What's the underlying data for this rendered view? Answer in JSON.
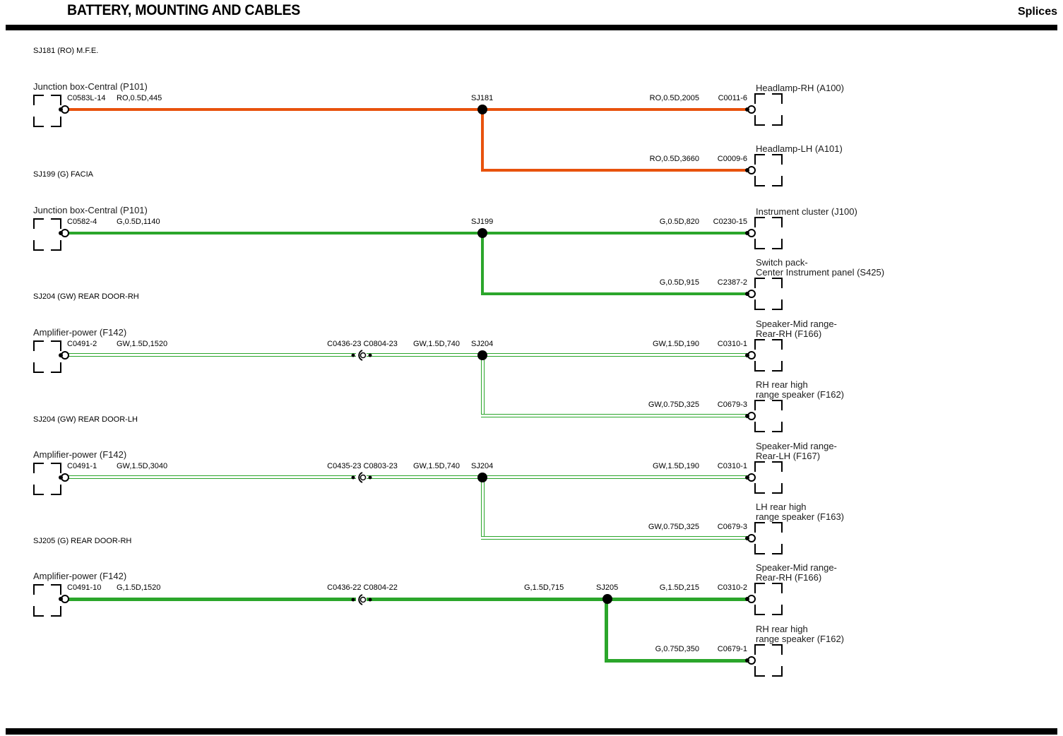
{
  "header": {
    "title": "BATTERY, MOUNTING AND CABLES",
    "corner": "Splices"
  },
  "colors": {
    "wire_orange": "#e8520d",
    "wire_green": "#2ba62b",
    "splice_dot": "#000000"
  },
  "sections": [
    {
      "note": "SJ181 (RO) M.F.E.",
      "src_title": "Junction box-Central (P101)",
      "src_conn": "C0583L-14",
      "src_wire": "RO,0.5D,445",
      "splice": "SJ181",
      "b1_wire": "RO,0.5D,2005",
      "b1_conn": "C0011-6",
      "b1_t1": "Headlamp-RH (A100)",
      "b2_wire": "RO,0.5D,3660",
      "b2_conn": "C0009-6",
      "b2_t1": "Headlamp-LH (A101)"
    },
    {
      "note": "SJ199 (G) FACIA",
      "src_title": "Junction box-Central (P101)",
      "src_conn": "C0582-4",
      "src_wire": "G,0.5D,1140",
      "splice": "SJ199",
      "b1_wire": "G,0.5D,820",
      "b1_conn": "C0230-15",
      "b1_t1": "Instrument cluster (J100)",
      "b2_wire": "G,0.5D,915",
      "b2_conn": "C2387-2",
      "b2_t1": "Switch pack-",
      "b2_t2": "Center Instrument panel (S425)"
    },
    {
      "note": "SJ204 (GW) REAR DOOR-RH",
      "src_title": "Amplifier-power (F142)",
      "src_conn": "C0491-2",
      "src_wire": "GW,1.5D,1520",
      "inline_conn": "C0436-23 C0804-23",
      "mid_wire": "GW,1.5D,740",
      "splice": "SJ204",
      "b1_wire": "GW,1.5D,190",
      "b1_conn": "C0310-1",
      "b1_t1": "Speaker-Mid range-",
      "b1_t2": "Rear-RH (F166)",
      "b2_wire": "GW,0.75D,325",
      "b2_conn": "C0679-3",
      "b2_t1": "RH rear high",
      "b2_t2": "range speaker (F162)"
    },
    {
      "note": "SJ204 (GW) REAR DOOR-LH",
      "src_title": "Amplifier-power (F142)",
      "src_conn": "C0491-1",
      "src_wire": "GW,1.5D,3040",
      "inline_conn": "C0435-23 C0803-23",
      "mid_wire": "GW,1.5D,740",
      "splice": "SJ204",
      "b1_wire": "GW,1.5D,190",
      "b1_conn": "C0310-1",
      "b1_t1": "Speaker-Mid range-",
      "b1_t2": "Rear-LH (F167)",
      "b2_wire": "GW,0.75D,325",
      "b2_conn": "C0679-3",
      "b2_t1": "LH rear high",
      "b2_t2": "range speaker (F163)"
    },
    {
      "note": "SJ205 (G) REAR DOOR-RH",
      "src_title": "Amplifier-power (F142)",
      "src_conn": "C0491-10",
      "src_wire": "G,1.5D,1520",
      "inline_conn": "C0436-22 C0804-22",
      "mid_wire": "G,1.5D,715",
      "splice": "SJ205",
      "b1_wire": "G,1.5D,215",
      "b1_conn": "C0310-2",
      "b1_t1": "Speaker-Mid range-",
      "b1_t2": "Rear-RH (F166)",
      "b2_wire": "G,0.75D,350",
      "b2_conn": "C0679-1",
      "b2_t1": "RH rear high",
      "b2_t2": "range speaker (F162)"
    }
  ]
}
